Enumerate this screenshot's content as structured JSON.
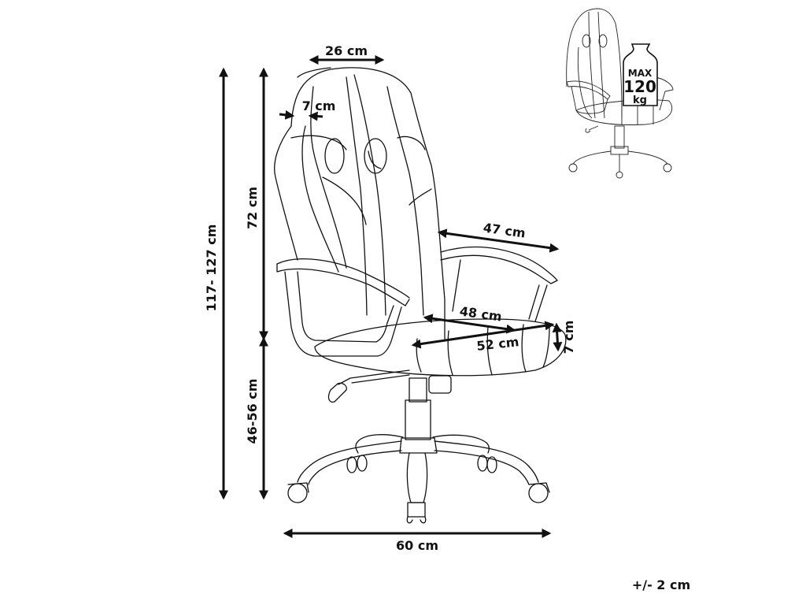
{
  "diagram": {
    "subject": "office gaming chair dimensions",
    "dimensions": {
      "headrest_width": "26 cm",
      "side_bolster_thickness": "7 cm",
      "total_height": "117- 127 cm",
      "backrest_height": "72 cm",
      "seat_height": "46-56 cm",
      "armrest_spacing": "47 cm",
      "seat_depth": "48 cm",
      "seat_width": "52 cm",
      "seat_thickness": "7 cm",
      "base_width": "60 cm"
    },
    "tolerance": "+/- 2 cm",
    "max_load_badge": {
      "line1": "MAX",
      "line2": "120",
      "line3": "kg"
    }
  }
}
